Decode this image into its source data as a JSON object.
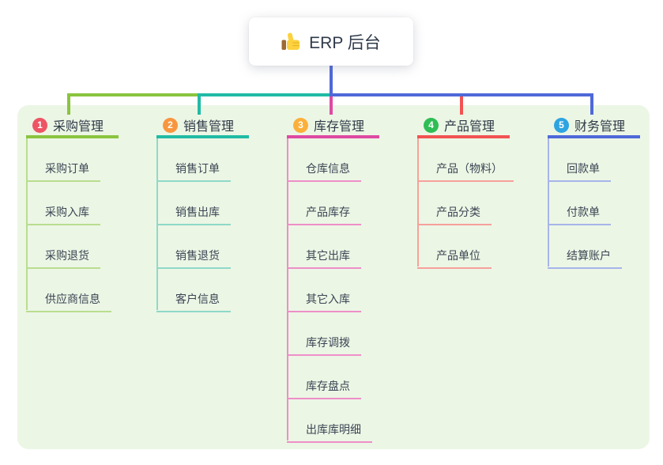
{
  "root": {
    "icon": "thumbs-up-icon",
    "label": "ERP 后台"
  },
  "branches": [
    {
      "index": "1",
      "label": "采购管理",
      "color": "#8ac43f",
      "light_color": "#b9dd8f",
      "badge_color": "#ed5565",
      "children": [
        "采购订单",
        "采购入库",
        "采购退货",
        "供应商信息"
      ]
    },
    {
      "index": "2",
      "label": "销售管理",
      "color": "#21bba4",
      "light_color": "#8fd9c8",
      "badge_color": "#f8963f",
      "children": [
        "销售订单",
        "销售出库",
        "销售退货",
        "客户信息"
      ]
    },
    {
      "index": "3",
      "label": "库存管理",
      "color": "#de4aa2",
      "light_color": "#ee8fc8",
      "badge_color": "#fbb03b",
      "children": [
        "仓库信息",
        "产品库存",
        "其它出库",
        "其它入库",
        "库存调拨",
        "库存盘点",
        "出库库明细"
      ]
    },
    {
      "index": "4",
      "label": "产品管理",
      "color": "#f25352",
      "light_color": "#f7a09b",
      "badge_color": "#2fbd55",
      "children": [
        "产品（物料）",
        "产品分类",
        "产品单位"
      ]
    },
    {
      "index": "5",
      "label": "财务管理",
      "color": "#4f69d8",
      "light_color": "#a6b5e9",
      "badge_color": "#2ea4e0",
      "children": [
        "回款单",
        "付款单",
        "结算账户"
      ]
    }
  ]
}
